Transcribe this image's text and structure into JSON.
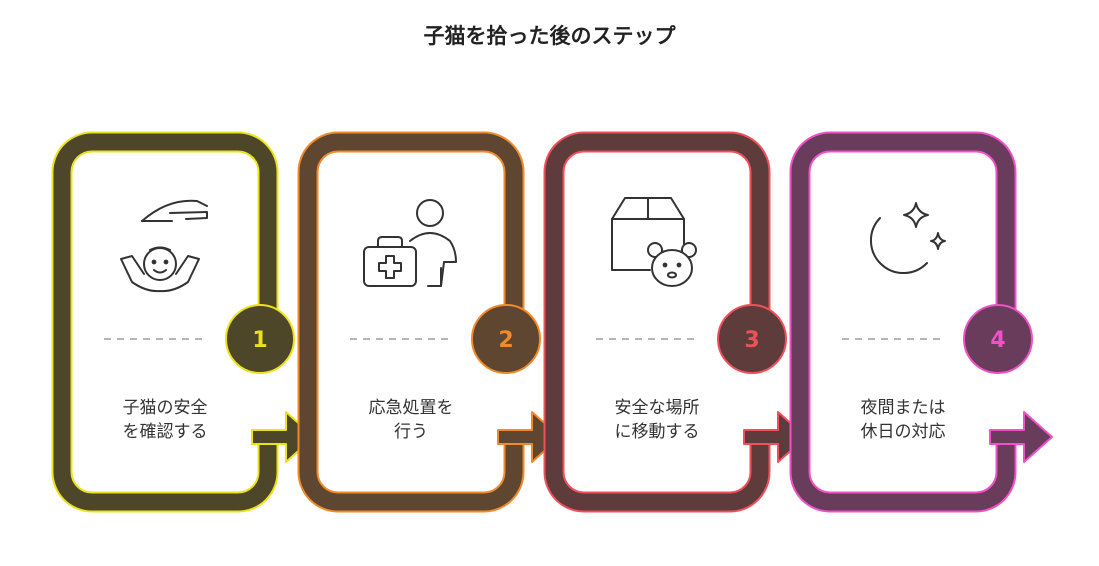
{
  "title": "子猫を拾った後のステップ",
  "steps": [
    {
      "number": "1",
      "line1": "子猫の安全",
      "line2": "を確認する",
      "icon": "hand-over-child-icon",
      "frame_color": "#4d4628",
      "outline_color": "#ece21c",
      "number_color": "#ece21c"
    },
    {
      "number": "2",
      "line1": "応急処置を",
      "line2": "行う",
      "icon": "first-aid-kit-person-icon",
      "frame_color": "#5e4630",
      "outline_color": "#f08a2a",
      "number_color": "#f08a2a"
    },
    {
      "number": "3",
      "line1": "安全な場所",
      "line2": "に移動する",
      "icon": "box-with-animal-icon",
      "frame_color": "#5e3c3c",
      "outline_color": "#f0505a",
      "number_color": "#f0505a"
    },
    {
      "number": "4",
      "line1": "夜間または",
      "line2": "休日の対応",
      "icon": "moon-stars-icon",
      "frame_color": "#6a3c5c",
      "outline_color": "#f050c8",
      "number_color": "#f050c8"
    }
  ]
}
